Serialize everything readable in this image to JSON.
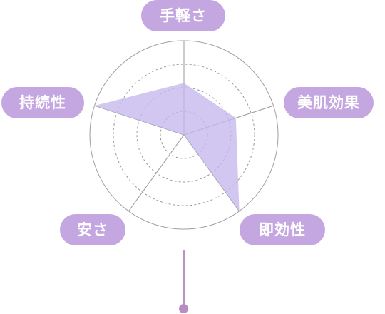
{
  "chart_data": {
    "type": "radar",
    "axes": [
      "手軽さ",
      "美肌効果",
      "即効性",
      "安さ",
      "持続性"
    ],
    "values": [
      0.55,
      0.58,
      1.0,
      0.0,
      1.0
    ],
    "range": [
      0,
      1
    ],
    "rings": 4,
    "grid": true,
    "legend": "none"
  },
  "colors": {
    "label_bg": "#c4a6e0",
    "label_text": "#ffffff",
    "fill": "#c5b7ec",
    "outer_ring": "#a0a0a0",
    "inner_ring": "#9a9a9a",
    "spoke": "#9a9a9a",
    "stem": "#b993c6"
  }
}
